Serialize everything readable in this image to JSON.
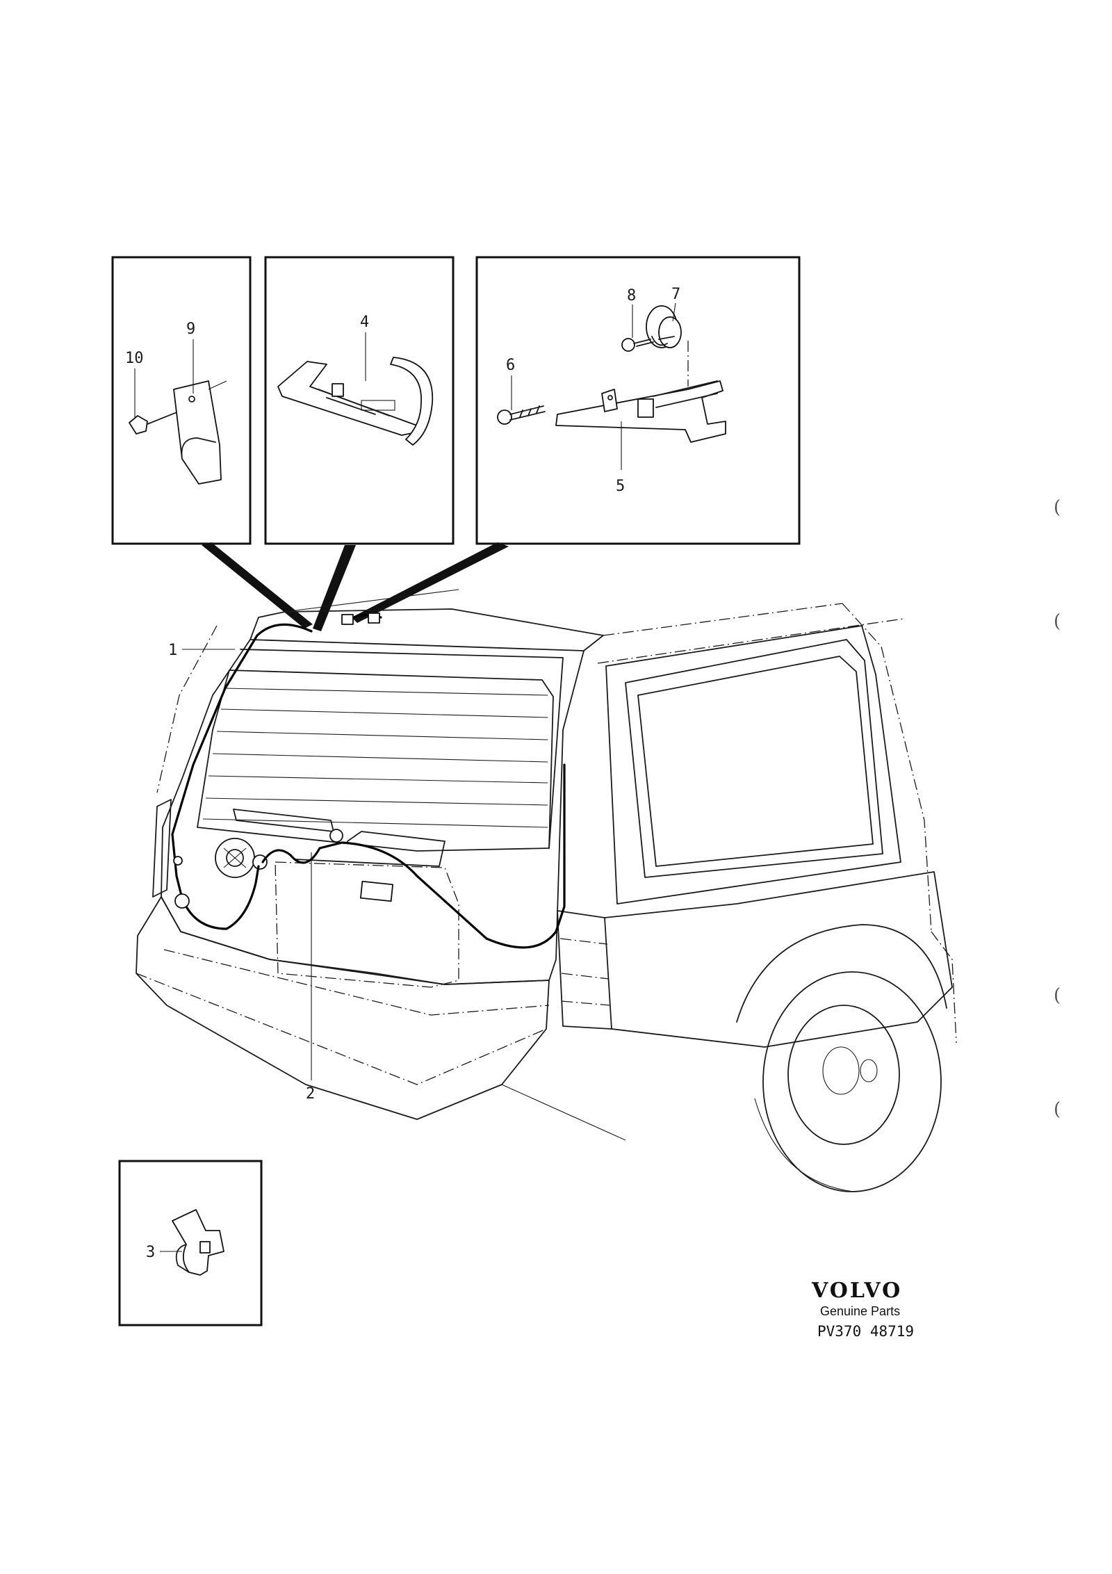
{
  "callouts": [
    "1",
    "2",
    "3",
    "4",
    "5",
    "6",
    "7",
    "8",
    "9",
    "10"
  ],
  "brand": {
    "logo_text": "VOLVO",
    "subtitle": "Genuine Parts",
    "code": "PV370 48719"
  },
  "edge_marks": [
    "(",
    "(",
    "(",
    "("
  ]
}
